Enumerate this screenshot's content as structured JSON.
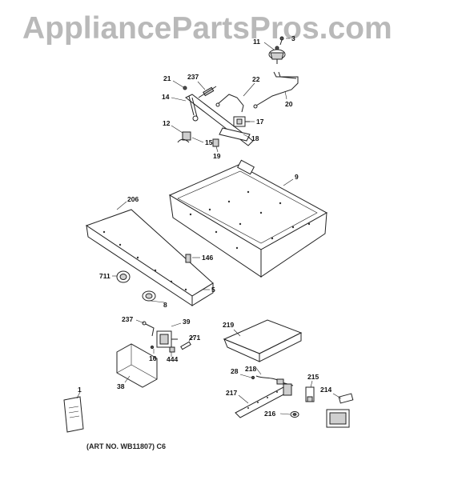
{
  "watermark": "AppliancePartsPros.com",
  "art_number": "(ART NO. WB11807) C6",
  "callouts": {
    "c1": "1",
    "c3": "3",
    "c5": "5",
    "c8": "8",
    "c9": "9",
    "c11": "11",
    "c12": "12",
    "c14": "14",
    "c15": "15",
    "c16": "16",
    "c17": "17",
    "c18": "18",
    "c19": "19",
    "c20": "20",
    "c21": "21",
    "c22": "22",
    "c28": "28",
    "c38": "38",
    "c39": "39",
    "c146": "146",
    "c206": "206",
    "c214": "214",
    "c215": "215",
    "c216": "216",
    "c217": "217",
    "c218": "218",
    "c219": "219",
    "c237a": "237",
    "c237b": "237",
    "c271": "271",
    "c444": "444",
    "c711": "711"
  }
}
